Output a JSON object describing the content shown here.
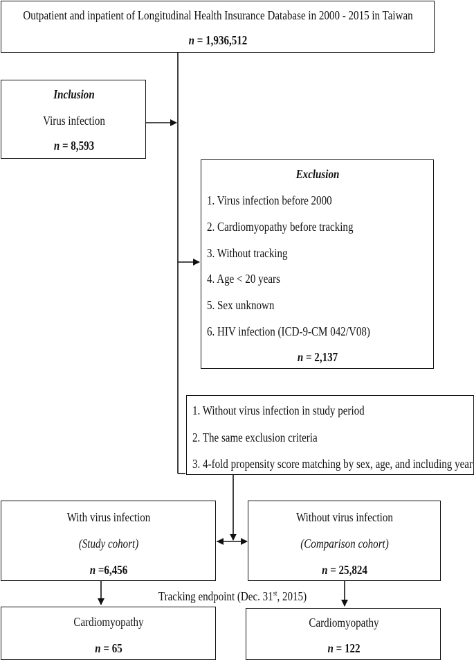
{
  "source": {
    "title": "Outpatient and inpatient of Longitudinal Health Insurance Database in 2000 - 2015 in Taiwan",
    "n_label": "n",
    "n_value": " = 1,936,512"
  },
  "inclusion": {
    "header": "Inclusion",
    "item": "Virus infection",
    "n_label": "n",
    "n_value": " = 8,593"
  },
  "exclusion": {
    "header": "Exclusion",
    "items": [
      "1. Virus infection before 2000",
      "2. Cardiomyopathy before tracking",
      "3. Without tracking",
      "4. Age < 20 years",
      "5. Sex unknown",
      "6. HIV infection (ICD-9-CM 042/V08)"
    ],
    "n_label": "n",
    "n_value": " = 2,137"
  },
  "matching": {
    "items": [
      "1. Without virus infection in study period",
      "2. The same exclusion criteria",
      "3. 4-fold propensity score matching by sex, age, and including year"
    ]
  },
  "study_cohort": {
    "title": "With virus infection",
    "subtitle": "(Study cohort)",
    "n_label": "n",
    "n_value": " =6,456"
  },
  "comparison_cohort": {
    "title": "Without virus infection",
    "subtitle": "(Comparison cohort)",
    "n_label": "n",
    "n_value": " = 25,824"
  },
  "tracking": {
    "text_before": "Tracking endpoint (Dec. 31",
    "sup": "st",
    "text_after": ", 2015)"
  },
  "study_outcome": {
    "title": "Cardiomyopathy",
    "n_label": "n",
    "n_value": " = 65"
  },
  "comparison_outcome": {
    "title": "Cardiomyopathy",
    "n_label": "n",
    "n_value": " = 122"
  }
}
